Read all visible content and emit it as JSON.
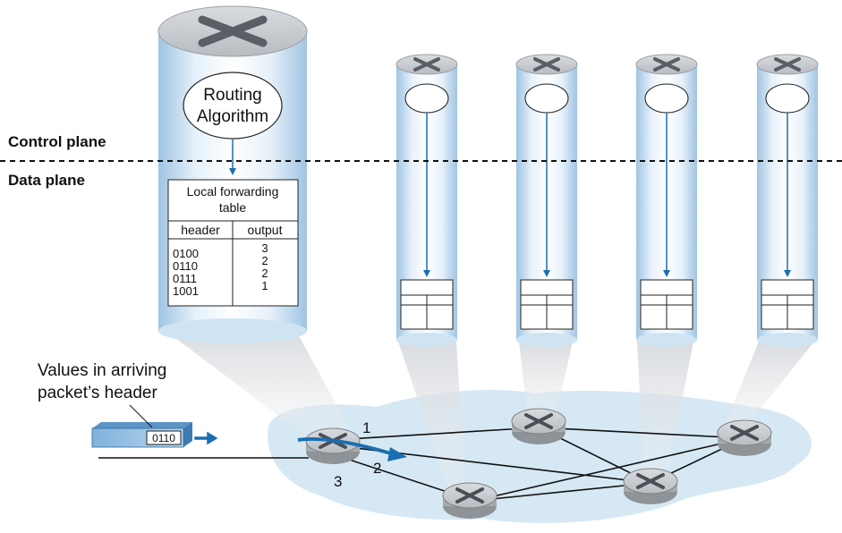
{
  "planes": {
    "control_label": "Control plane",
    "data_label": "Data plane"
  },
  "routing": {
    "algorithm_line1": "Routing",
    "algorithm_line2": "Algorithm"
  },
  "forwarding_table": {
    "title_line1": "Local forwarding",
    "title_line2": "table",
    "col_header": "header",
    "col_output": "output",
    "rows": [
      {
        "header": "0100",
        "output": "3"
      },
      {
        "header": "0110",
        "output": "2"
      },
      {
        "header": "0111",
        "output": "2"
      },
      {
        "header": "1001",
        "output": "1"
      }
    ]
  },
  "packet": {
    "caption_line1": "Values in arriving",
    "caption_line2": "packet’s header",
    "header_value": "0110"
  },
  "ports": {
    "port1": "1",
    "port2": "2",
    "port3": "3"
  },
  "colors": {
    "accent_blue": "#1a6fb0",
    "cylinder_blue": "#cfe4f3",
    "cloud": "#d6e8f4",
    "router_gray": "#c9ccd0"
  },
  "icons": {
    "router": "router-icon",
    "arrow": "arrow-icon"
  }
}
